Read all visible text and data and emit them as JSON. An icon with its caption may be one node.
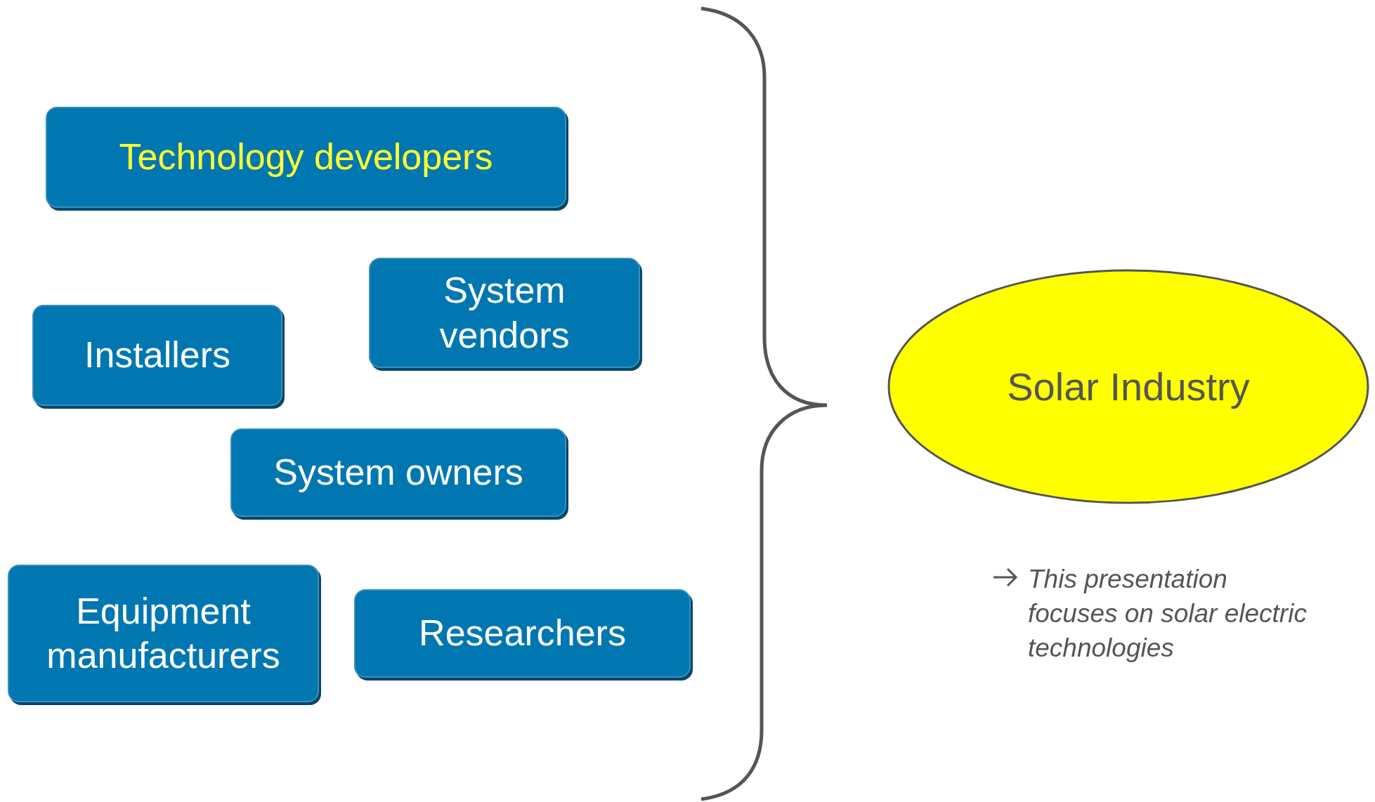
{
  "diagram": {
    "nodes": [
      {
        "text": [
          "Technology developers"
        ]
      },
      {
        "text": [
          "System vendors"
        ]
      },
      {
        "text": [
          "Installers"
        ]
      },
      {
        "text": [
          "System owners"
        ]
      },
      {
        "text": [
          "Equipment manufacturers"
        ]
      },
      {
        "text": [
          "Researchers"
        ]
      },
      {
        "text": [
          "Solar Industry"
        ]
      }
    ],
    "labels": [
      "This presentation focuses on solar electric technologies"
    ]
  }
}
